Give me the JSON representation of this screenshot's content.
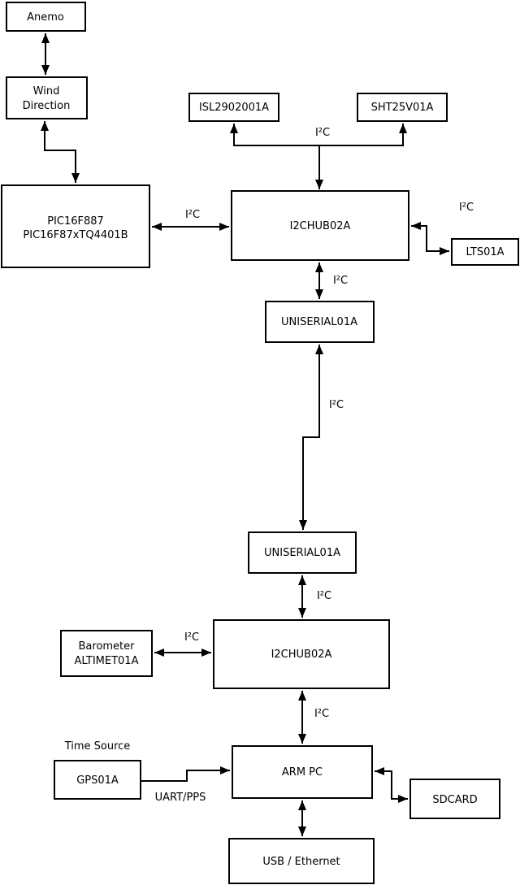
{
  "diagram": {
    "nodes": {
      "anemo": {
        "label": "Anemo"
      },
      "wind_direction": {
        "line1": "Wind",
        "line2": "Direction"
      },
      "pic": {
        "line1": "PIC16F887",
        "line2": "PIC16F87xTQ4401B"
      },
      "isl": {
        "label": "ISL2902001A"
      },
      "sht": {
        "label": "SHT25V01A"
      },
      "hub1": {
        "label": "I2CHUB02A"
      },
      "lts": {
        "label": "LTS01A"
      },
      "uniserial1": {
        "label": "UNISERIAL01A"
      },
      "uniserial2": {
        "label": "UNISERIAL01A"
      },
      "barometer": {
        "line1": "Barometer",
        "line2": "ALTIMET01A"
      },
      "hub2": {
        "label": "I2CHUB02A"
      },
      "gps": {
        "label": "GPS01A"
      },
      "arm_pc": {
        "label": "ARM PC"
      },
      "sdcard": {
        "label": "SDCARD"
      },
      "usb_ethernet": {
        "label": "USB / Ethernet"
      }
    },
    "edge_labels": {
      "sensors_i2c": "I²C",
      "pic_i2c": "I²C",
      "lts_i2c": "I²C",
      "hub1_down_i2c": "I²C",
      "uniserial_link_i2c": "I²C",
      "uniserial2_hub2_i2c": "I²C",
      "barometer_i2c": "I²C",
      "hub2_armpc_i2c": "I²C",
      "gps_uart": "UART/PPS"
    },
    "annotations": {
      "time_source": "Time Source"
    },
    "colors": {
      "background": "#ffffff",
      "box_fill": "#ffffff",
      "stroke": "#000000",
      "text": "#000000"
    }
  }
}
